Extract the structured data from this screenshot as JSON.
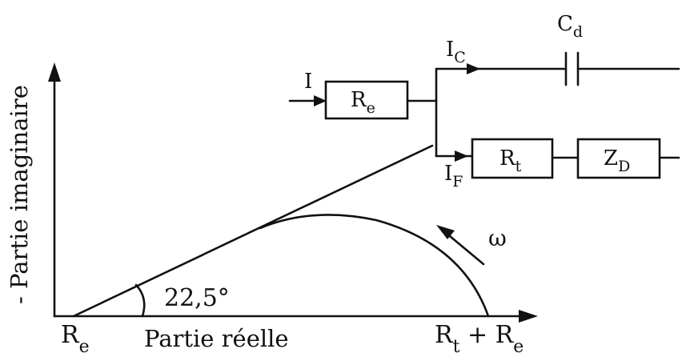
{
  "axes": {
    "y_label": "- Partie imaginaire",
    "x_label": "Partie réelle",
    "origin_label_main": "R",
    "origin_label_sub": "e",
    "end_label_r": "R",
    "end_label_r_sub": "t",
    "end_label_plus": " + R",
    "end_label_e_sub": "e"
  },
  "plot": {
    "angle_label": "22,5°",
    "omega_label": "ω"
  },
  "circuit": {
    "current_i": "I",
    "current_ic_main": "I",
    "current_ic_sub": "C",
    "current_if_main": "I",
    "current_if_sub": "F",
    "re_main": "R",
    "re_sub": "e",
    "cd_main": "C",
    "cd_sub": "d",
    "rt_main": "R",
    "rt_sub": "t",
    "zd_main": "Z",
    "zd_sub": "D"
  }
}
